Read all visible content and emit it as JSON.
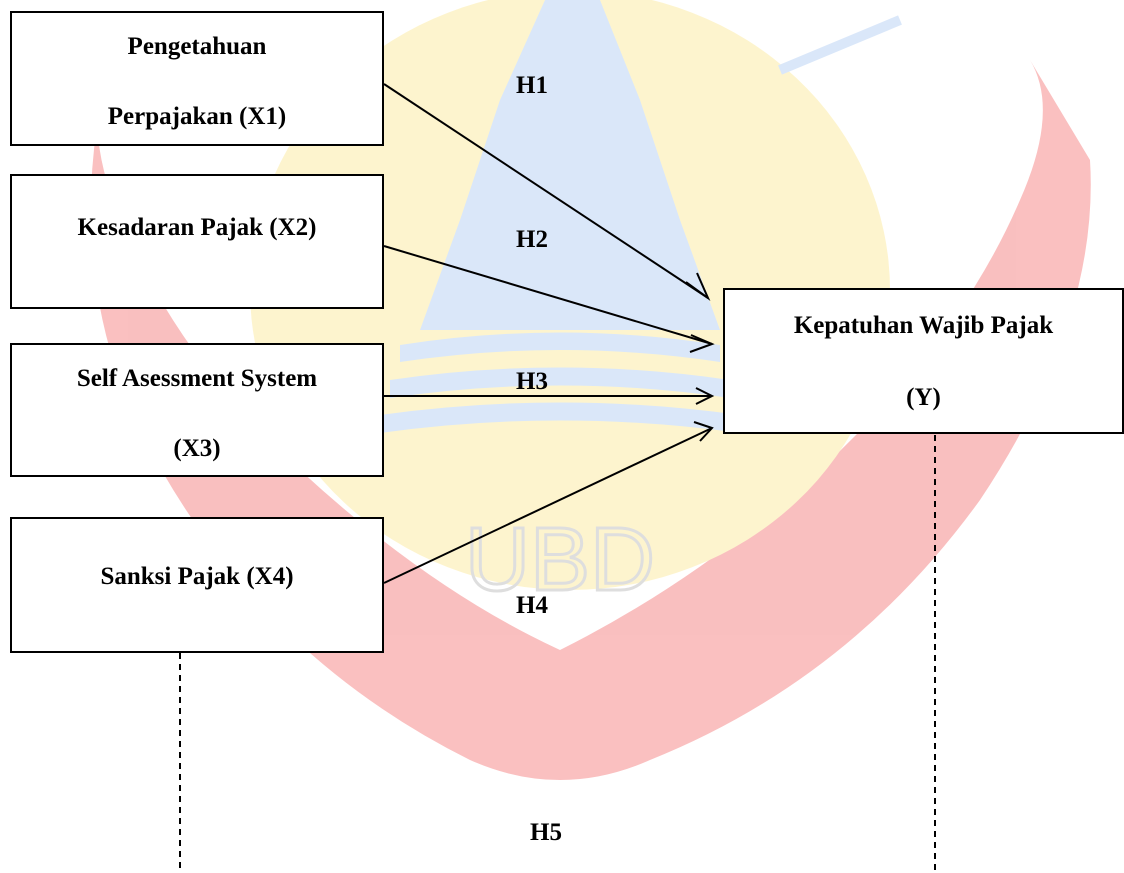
{
  "variables": {
    "x1": {
      "line1": "Pengetahuan",
      "line2": "Perpajakan (X1)"
    },
    "x2": {
      "line1": "Kesadaran Pajak (X2)"
    },
    "x3": {
      "line1": "Self Asessment System",
      "line2": "(X3)"
    },
    "x4": {
      "line1": "Sanksi Pajak (X4)"
    },
    "y": {
      "line1": "Kepatuhan Wajib Pajak",
      "line2": "(Y)"
    }
  },
  "hypotheses": {
    "h1": "H1",
    "h2": "H2",
    "h3": "H3",
    "h4": "H4",
    "h5": "H5"
  },
  "watermark": {
    "text": "UBD",
    "colors": {
      "red": "#ee3c3c",
      "yellow": "#fbe06a",
      "blue": "#8fb8ef"
    }
  }
}
